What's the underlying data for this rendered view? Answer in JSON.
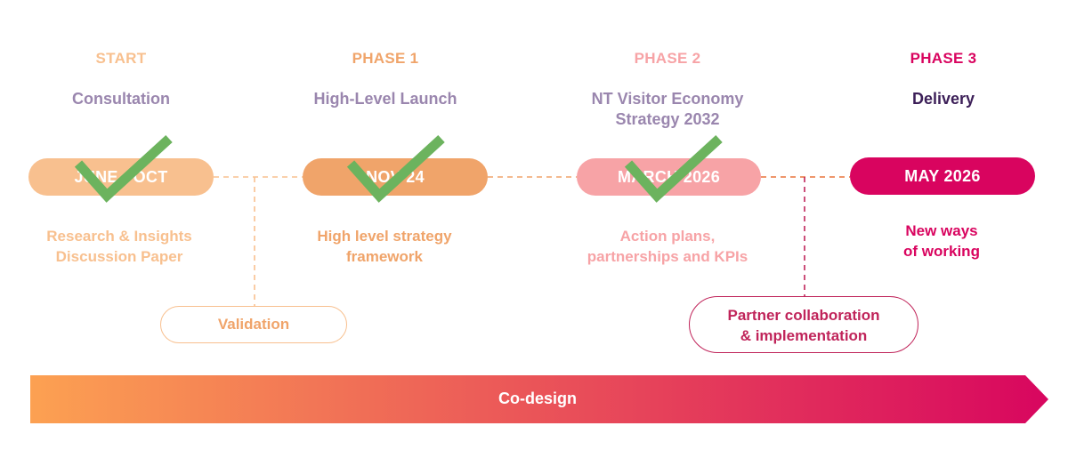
{
  "colors": {
    "start": "#f8c08f",
    "phase1": "#f0a46a",
    "phase2": "#f7a3a6",
    "phase3": "#d9045f",
    "purple": "#9a86ae",
    "purple_dark": "#3c1f58",
    "check": "#6cb35e",
    "gradient_start": "#fca152",
    "gradient_end": "#d8065f"
  },
  "stages": [
    {
      "phase": "START",
      "title": "Consultation",
      "date": "JUNE - OCT",
      "description": [
        "Research & Insights",
        "Discussion Paper"
      ],
      "completed": true
    },
    {
      "phase": "PHASE 1",
      "title": "High-Level Launch",
      "date": "NOV 24",
      "description": [
        "High level strategy",
        "framework"
      ],
      "completed": true
    },
    {
      "phase": "PHASE 2",
      "title": "NT Visitor Economy Strategy 2032",
      "title_lines": [
        "NT Visitor Economy",
        "Strategy 2032"
      ],
      "date": "MARCH 2026",
      "description": [
        "Action plans,",
        "partnerships and KPIs"
      ],
      "completed": true
    },
    {
      "phase": "PHASE 3",
      "title": "Delivery",
      "date": "MAY 2026",
      "description": [
        "New ways",
        "of working"
      ],
      "completed": false
    }
  ],
  "callouts": {
    "validation": "Validation",
    "partner": [
      "Partner collaboration",
      "& implementation"
    ]
  },
  "codesign": {
    "label": "Co-design"
  },
  "icons": [
    "check-icon",
    "arrow-banner"
  ]
}
